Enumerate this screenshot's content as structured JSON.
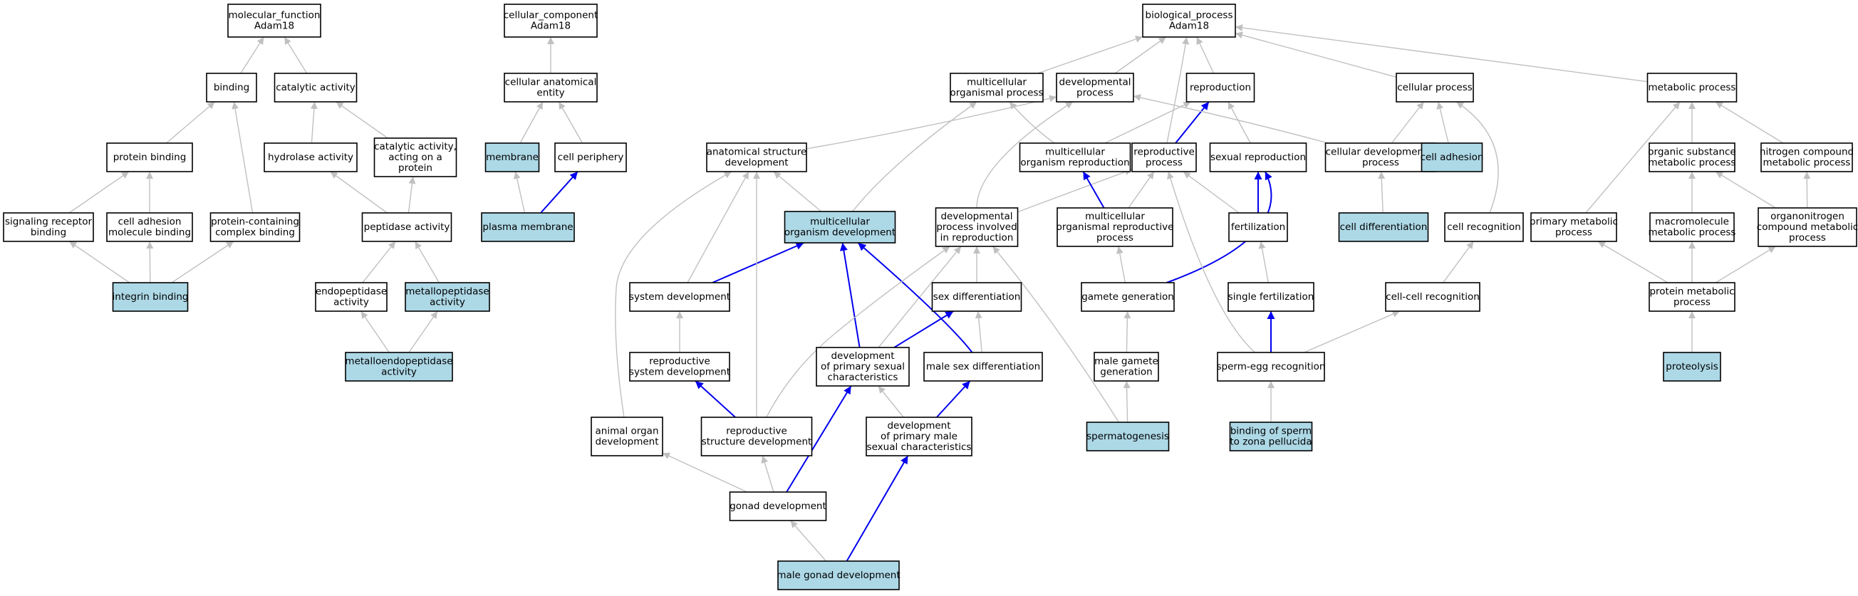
{
  "colors": {
    "highlight_fill": "#add8e6",
    "node_fill": "#ffffff",
    "gray_edge": "#c0c0c0",
    "blue_edge": "#0000ee"
  },
  "nodes": [
    {
      "id": "mf",
      "lines": [
        "molecular_function",
        "Adam18"
      ],
      "hl": false
    },
    {
      "id": "binding",
      "lines": [
        "binding"
      ],
      "hl": false
    },
    {
      "id": "catalytic",
      "lines": [
        "catalytic activity"
      ],
      "hl": false
    },
    {
      "id": "protbind",
      "lines": [
        "protein binding"
      ],
      "hl": false
    },
    {
      "id": "hydrolase",
      "lines": [
        "hydrolase activity"
      ],
      "hl": false
    },
    {
      "id": "catprot",
      "lines": [
        "catalytic activity,",
        "acting on a",
        "protein"
      ],
      "hl": false
    },
    {
      "id": "sigrec",
      "lines": [
        "signaling receptor",
        "binding"
      ],
      "hl": false
    },
    {
      "id": "celladhbind",
      "lines": [
        "cell adhesion",
        "molecule binding"
      ],
      "hl": false
    },
    {
      "id": "protcomplex",
      "lines": [
        "protein-containing",
        "complex binding"
      ],
      "hl": false
    },
    {
      "id": "peptidase",
      "lines": [
        "peptidase activity"
      ],
      "hl": false
    },
    {
      "id": "integrin",
      "lines": [
        "integrin binding"
      ],
      "hl": true
    },
    {
      "id": "endopep",
      "lines": [
        "endopeptidase",
        "activity"
      ],
      "hl": false
    },
    {
      "id": "metallopep",
      "lines": [
        "metallopeptidase",
        "activity"
      ],
      "hl": true
    },
    {
      "id": "metalloendo",
      "lines": [
        "metalloendopeptidase",
        "activity"
      ],
      "hl": true
    },
    {
      "id": "cc",
      "lines": [
        "cellular_component",
        "Adam18"
      ],
      "hl": false
    },
    {
      "id": "cae",
      "lines": [
        "cellular anatomical",
        "entity"
      ],
      "hl": false
    },
    {
      "id": "membrane",
      "lines": [
        "membrane"
      ],
      "hl": true
    },
    {
      "id": "cellperiph",
      "lines": [
        "cell periphery"
      ],
      "hl": false
    },
    {
      "id": "plasmamem",
      "lines": [
        "plasma membrane"
      ],
      "hl": true
    },
    {
      "id": "bp",
      "lines": [
        "biological_process",
        "Adam18"
      ],
      "hl": false
    },
    {
      "id": "multiorg",
      "lines": [
        "multicellular",
        "organismal process"
      ],
      "hl": false
    },
    {
      "id": "devproc",
      "lines": [
        "developmental",
        "process"
      ],
      "hl": false
    },
    {
      "id": "reproduction",
      "lines": [
        "reproduction"
      ],
      "hl": false
    },
    {
      "id": "cellproc",
      "lines": [
        "cellular process"
      ],
      "hl": false
    },
    {
      "id": "metabproc",
      "lines": [
        "metabolic process"
      ],
      "hl": false
    },
    {
      "id": "anatstruct",
      "lines": [
        "anatomical structure",
        "development"
      ],
      "hl": false
    },
    {
      "id": "multiorgrep",
      "lines": [
        "multicellular",
        "organism reproduction"
      ],
      "hl": false
    },
    {
      "id": "reproproc",
      "lines": [
        "reproductive",
        "process"
      ],
      "hl": false
    },
    {
      "id": "sexrep",
      "lines": [
        "sexual reproduction"
      ],
      "hl": false
    },
    {
      "id": "celldevproc",
      "lines": [
        "cellular developmental",
        "process"
      ],
      "hl": false
    },
    {
      "id": "celladh",
      "lines": [
        "cell adhesion"
      ],
      "hl": true
    },
    {
      "id": "orgsub",
      "lines": [
        "organic substance",
        "metabolic process"
      ],
      "hl": false
    },
    {
      "id": "nitro",
      "lines": [
        "nitrogen compound",
        "metabolic process"
      ],
      "hl": false
    },
    {
      "id": "multidev",
      "lines": [
        "multicellular",
        "organism development"
      ],
      "hl": true
    },
    {
      "id": "devrep",
      "lines": [
        "developmental",
        "process involved",
        "in reproduction"
      ],
      "hl": false
    },
    {
      "id": "multirepproc",
      "lines": [
        "multicellular",
        "organismal reproductive",
        "process"
      ],
      "hl": false
    },
    {
      "id": "fert",
      "lines": [
        "fertilization"
      ],
      "hl": false
    },
    {
      "id": "celldiff",
      "lines": [
        "cell differentiation"
      ],
      "hl": true
    },
    {
      "id": "cellrecog",
      "lines": [
        "cell recognition"
      ],
      "hl": false
    },
    {
      "id": "primmetab",
      "lines": [
        "primary metabolic",
        "process"
      ],
      "hl": false
    },
    {
      "id": "macromol",
      "lines": [
        "macromolecule",
        "metabolic process"
      ],
      "hl": false
    },
    {
      "id": "organonitro",
      "lines": [
        "organonitrogen",
        "compound metabolic",
        "process"
      ],
      "hl": false
    },
    {
      "id": "sysdev",
      "lines": [
        "system development"
      ],
      "hl": false
    },
    {
      "id": "sexdiff",
      "lines": [
        "sex differentiation"
      ],
      "hl": false
    },
    {
      "id": "gamgen",
      "lines": [
        "gamete generation"
      ],
      "hl": false
    },
    {
      "id": "singlefert",
      "lines": [
        "single fertilization"
      ],
      "hl": false
    },
    {
      "id": "cellcell",
      "lines": [
        "cell-cell recognition"
      ],
      "hl": false
    },
    {
      "id": "protmetab",
      "lines": [
        "protein metabolic",
        "process"
      ],
      "hl": false
    },
    {
      "id": "reprosysdev",
      "lines": [
        "reproductive",
        "system development"
      ],
      "hl": false
    },
    {
      "id": "devprimsex",
      "lines": [
        "development",
        "of primary sexual",
        "characteristics"
      ],
      "hl": false
    },
    {
      "id": "malesexdiff",
      "lines": [
        "male sex differentiation"
      ],
      "hl": false
    },
    {
      "id": "malegam",
      "lines": [
        "male gamete",
        "generation"
      ],
      "hl": false
    },
    {
      "id": "spermegg",
      "lines": [
        "sperm-egg recognition"
      ],
      "hl": false
    },
    {
      "id": "proteolysis",
      "lines": [
        "proteolysis"
      ],
      "hl": true
    },
    {
      "id": "animorg",
      "lines": [
        "animal organ",
        "development"
      ],
      "hl": false
    },
    {
      "id": "repstruct",
      "lines": [
        "reproductive",
        "structure development"
      ],
      "hl": false
    },
    {
      "id": "devprimmale",
      "lines": [
        "development",
        "of primary male",
        "sexual characteristics"
      ],
      "hl": false
    },
    {
      "id": "spermato",
      "lines": [
        "spermatogenesis"
      ],
      "hl": true
    },
    {
      "id": "bindsperm",
      "lines": [
        "binding of sperm",
        "to zona pellucida"
      ],
      "hl": true
    },
    {
      "id": "gonad",
      "lines": [
        "gonad development"
      ],
      "hl": false
    },
    {
      "id": "malegonad",
      "lines": [
        "male gonad development"
      ],
      "hl": true
    }
  ],
  "edges": [
    {
      "from": "binding",
      "to": "mf",
      "blue": false
    },
    {
      "from": "catalytic",
      "to": "mf",
      "blue": false
    },
    {
      "from": "protbind",
      "to": "binding",
      "blue": false
    },
    {
      "from": "protcomplex",
      "to": "binding",
      "blue": false
    },
    {
      "from": "hydrolase",
      "to": "catalytic",
      "blue": false
    },
    {
      "from": "catprot",
      "to": "catalytic",
      "blue": false
    },
    {
      "from": "sigrec",
      "to": "protbind",
      "blue": false
    },
    {
      "from": "celladhbind",
      "to": "protbind",
      "blue": false
    },
    {
      "from": "peptidase",
      "to": "hydrolase",
      "blue": false
    },
    {
      "from": "peptidase",
      "to": "catprot",
      "blue": false
    },
    {
      "from": "integrin",
      "to": "sigrec",
      "blue": false
    },
    {
      "from": "integrin",
      "to": "celladhbind",
      "blue": false
    },
    {
      "from": "integrin",
      "to": "protcomplex",
      "blue": false
    },
    {
      "from": "endopep",
      "to": "peptidase",
      "blue": false
    },
    {
      "from": "metallopep",
      "to": "peptidase",
      "blue": false
    },
    {
      "from": "metalloendo",
      "to": "endopep",
      "blue": false
    },
    {
      "from": "metalloendo",
      "to": "metallopep",
      "blue": false
    },
    {
      "from": "cae",
      "to": "cc",
      "blue": false
    },
    {
      "from": "membrane",
      "to": "cae",
      "blue": false
    },
    {
      "from": "cellperiph",
      "to": "cae",
      "blue": false
    },
    {
      "from": "plasmamem",
      "to": "membrane",
      "blue": false
    },
    {
      "from": "plasmamem",
      "to": "cellperiph",
      "blue": true
    },
    {
      "from": "multiorg",
      "to": "bp",
      "blue": false
    },
    {
      "from": "devproc",
      "to": "bp",
      "blue": false
    },
    {
      "from": "reproduction",
      "to": "bp",
      "blue": false
    },
    {
      "from": "cellproc",
      "to": "bp",
      "blue": false
    },
    {
      "from": "metabproc",
      "to": "bp",
      "blue": false
    },
    {
      "from": "reproproc",
      "to": "bp",
      "blue": false
    },
    {
      "from": "anatstruct",
      "to": "devproc",
      "blue": false
    },
    {
      "from": "multiorgrep",
      "to": "multiorg",
      "blue": false
    },
    {
      "from": "multiorgrep",
      "to": "reproduction",
      "blue": false
    },
    {
      "from": "reproproc",
      "to": "reproduction",
      "blue": true
    },
    {
      "from": "sexrep",
      "to": "reproduction",
      "blue": false
    },
    {
      "from": "celldevproc",
      "to": "devproc",
      "blue": false
    },
    {
      "from": "celldevproc",
      "to": "cellproc",
      "blue": false
    },
    {
      "from": "celladh",
      "to": "cellproc",
      "blue": false
    },
    {
      "from": "cellrecog",
      "to": "cellproc",
      "blue": false
    },
    {
      "from": "orgsub",
      "to": "metabproc",
      "blue": false
    },
    {
      "from": "nitro",
      "to": "metabproc",
      "blue": false
    },
    {
      "from": "primmetab",
      "to": "metabproc",
      "blue": false
    },
    {
      "from": "multidev",
      "to": "multiorg",
      "blue": false
    },
    {
      "from": "multidev",
      "to": "anatstruct",
      "blue": false
    },
    {
      "from": "devrep",
      "to": "devproc",
      "blue": false
    },
    {
      "from": "devrep",
      "to": "reproproc",
      "blue": false
    },
    {
      "from": "multirepproc",
      "to": "multiorgrep",
      "blue": true
    },
    {
      "from": "multirepproc",
      "to": "reproproc",
      "blue": false
    },
    {
      "from": "fert",
      "to": "reproproc",
      "blue": false
    },
    {
      "from": "fert",
      "to": "sexrep",
      "blue": true
    },
    {
      "from": "celldiff",
      "to": "celldevproc",
      "blue": false
    },
    {
      "from": "macromol",
      "to": "orgsub",
      "blue": false
    },
    {
      "from": "organonitro",
      "to": "orgsub",
      "blue": false
    },
    {
      "from": "organonitro",
      "to": "nitro",
      "blue": false
    },
    {
      "from": "sysdev",
      "to": "multidev",
      "blue": true
    },
    {
      "from": "sysdev",
      "to": "anatstruct",
      "blue": false
    },
    {
      "from": "sexdiff",
      "to": "devrep",
      "blue": false
    },
    {
      "from": "gamgen",
      "to": "multirepproc",
      "blue": false
    },
    {
      "from": "gamgen",
      "to": "sexrep",
      "blue": true
    },
    {
      "from": "singlefert",
      "to": "fert",
      "blue": false
    },
    {
      "from": "cellcell",
      "to": "cellrecog",
      "blue": false
    },
    {
      "from": "protmetab",
      "to": "primmetab",
      "blue": false
    },
    {
      "from": "protmetab",
      "to": "macromol",
      "blue": false
    },
    {
      "from": "protmetab",
      "to": "organonitro",
      "blue": false
    },
    {
      "from": "reprosysdev",
      "to": "sysdev",
      "blue": false
    },
    {
      "from": "devprimsex",
      "to": "multidev",
      "blue": true
    },
    {
      "from": "devprimsex",
      "to": "devrep",
      "blue": false
    },
    {
      "from": "devprimsex",
      "to": "sexdiff",
      "blue": true
    },
    {
      "from": "malesexdiff",
      "to": "sexdiff",
      "blue": false
    },
    {
      "from": "malesexdiff",
      "to": "multidev",
      "blue": true
    },
    {
      "from": "malegam",
      "to": "gamgen",
      "blue": false
    },
    {
      "from": "spermegg",
      "to": "singlefert",
      "blue": true
    },
    {
      "from": "spermegg",
      "to": "cellcell",
      "blue": false
    },
    {
      "from": "spermegg",
      "to": "reproproc",
      "blue": false
    },
    {
      "from": "proteolysis",
      "to": "protmetab",
      "blue": false
    },
    {
      "from": "animorg",
      "to": "anatstruct",
      "blue": false
    },
    {
      "from": "repstruct",
      "to": "reprosysdev",
      "blue": true
    },
    {
      "from": "repstruct",
      "to": "anatstruct",
      "blue": false
    },
    {
      "from": "repstruct",
      "to": "devrep",
      "blue": false
    },
    {
      "from": "devprimmale",
      "to": "devprimsex",
      "blue": false
    },
    {
      "from": "devprimmale",
      "to": "malesexdiff",
      "blue": true
    },
    {
      "from": "spermato",
      "to": "malegam",
      "blue": false
    },
    {
      "from": "spermato",
      "to": "devrep",
      "blue": false
    },
    {
      "from": "bindsperm",
      "to": "spermegg",
      "blue": false
    },
    {
      "from": "gonad",
      "to": "animorg",
      "blue": false
    },
    {
      "from": "gonad",
      "to": "repstruct",
      "blue": false
    },
    {
      "from": "gonad",
      "to": "devprimsex",
      "blue": true
    },
    {
      "from": "malegonad",
      "to": "gonad",
      "blue": false
    },
    {
      "from": "malegonad",
      "to": "devprimmale",
      "blue": true
    }
  ]
}
